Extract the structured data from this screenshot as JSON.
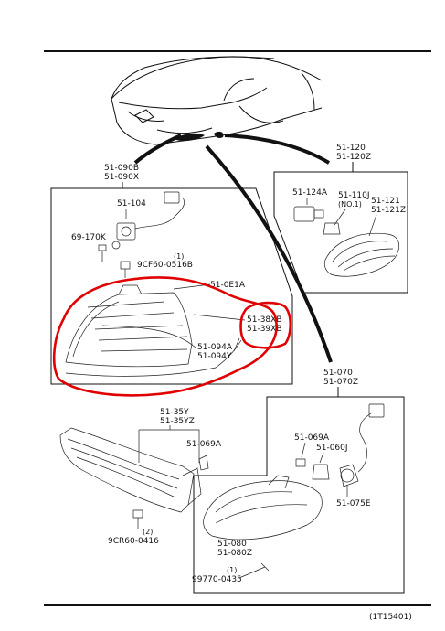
{
  "callouts": {
    "front_lamp_set": [
      "51-090B",
      "51-090X"
    ],
    "side_marker_set": [
      "51-120",
      "51-120Z"
    ],
    "rear_lamp_set": [
      "51-070",
      "51-070Z"
    ]
  },
  "parts": {
    "p51_104": "51-104",
    "p69_170k": "69-170K",
    "p9cf60_qty": "(1)",
    "p9cf60": "9CF60-0516B",
    "p51_0e1a": "51-0E1A",
    "p51_38xb": "51-38XB",
    "p51_39xb": "51-39XB",
    "p51_094a": "51-094A",
    "p51_094y": "51-094Y",
    "p51_124a": "51-124A",
    "p51_110j": "51-110J",
    "p51_110j_qty": "(NO.1)",
    "p51_121": "51-121",
    "p51_121z": "51-121Z",
    "p51_35y": "51-35Y",
    "p51_35yz": "51-35YZ",
    "p51_069a_left": "51-069A",
    "p51_069a_right": "51-069A",
    "p51_060j": "51-060J",
    "p51_075e": "51-075E",
    "p9cr60_qty": "(2)",
    "p9cr60": "9CR60-0416",
    "p51_080": "51-080",
    "p51_080z": "51-080Z",
    "p99770_qty": "(1)",
    "p99770": "99770-0435"
  },
  "figure_code": "(1T15401)",
  "highlight_color": "#e00000"
}
